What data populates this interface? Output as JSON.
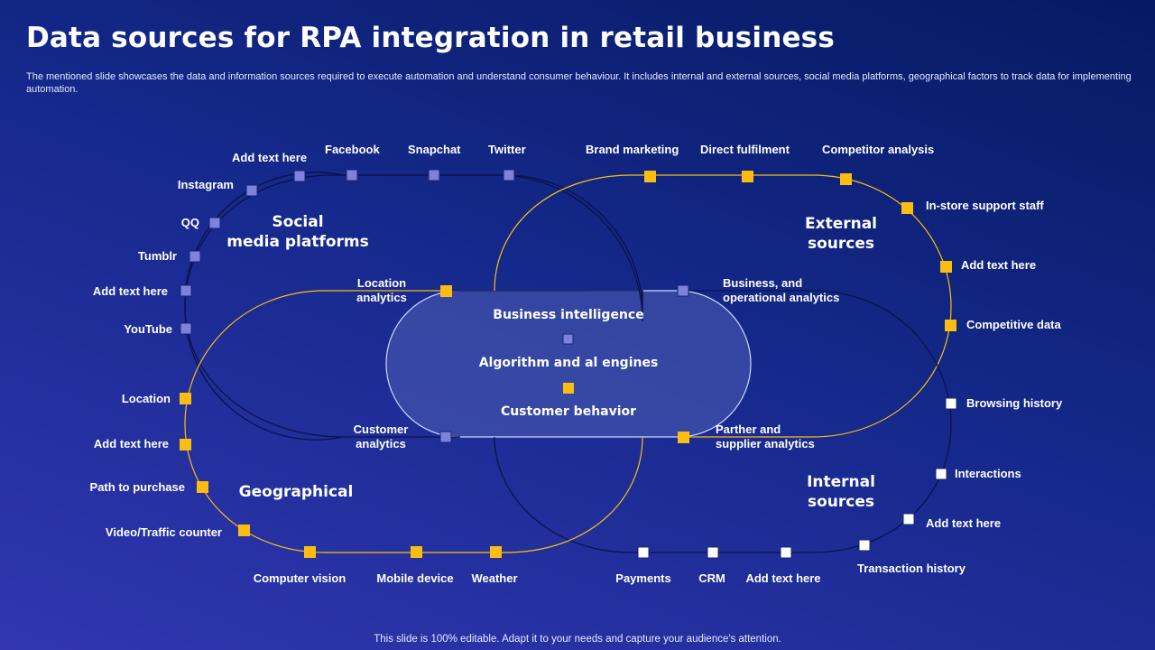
{
  "title": "Data sources for RPA integration in retail business",
  "subtitle": "The mentioned slide showcases the data and information sources required to execute automation and understand consumer behaviour. It includes internal and external sources, social media platforms, geographical factors to track data for implementing automation.",
  "footer": "This slide is 100% editable. Adapt it to your needs and capture your audience's attention.",
  "colors": {
    "social": "#7b83de",
    "external": "#fbbd12",
    "internal": "#ffffff",
    "geographical": "#fbbd12",
    "background": "#0e2278"
  },
  "hub": {
    "items": [
      "Business intelligence",
      "Algorithm and al engines",
      "Customer behavior"
    ]
  },
  "clusters": {
    "social": {
      "heading_line1": "Social",
      "heading_line2": "media platforms",
      "items": [
        "Add text here",
        "Facebook",
        "Snapchat",
        "Twitter",
        "Instagram",
        "QQ",
        "Tumblr",
        "Add text here",
        "YouTube"
      ],
      "connector_1": "Location analytics",
      "connector_2": "Customer analytics"
    },
    "external": {
      "heading_line1": "External",
      "heading_line2": "sources",
      "items": [
        "Brand marketing",
        "Direct fulfilment",
        "Competitor analysis",
        "In-store support staff",
        "Add text here",
        "Competitive data"
      ],
      "connector_1": "Business, and operational analytics",
      "connector_2": "Parther and supplier analytics"
    },
    "internal": {
      "heading_line1": "Internal",
      "heading_line2": "sources",
      "items": [
        "Browsing history",
        "Interactions",
        "Add text here",
        "Transaction history",
        "Payments",
        "CRM",
        "Add text here"
      ]
    },
    "geographical": {
      "heading": "Geographical",
      "items": [
        "Location",
        "Add text here",
        "Path to purchase",
        "Video/Traffic counter",
        "Computer vision",
        "Mobile device",
        "Weather"
      ]
    }
  }
}
